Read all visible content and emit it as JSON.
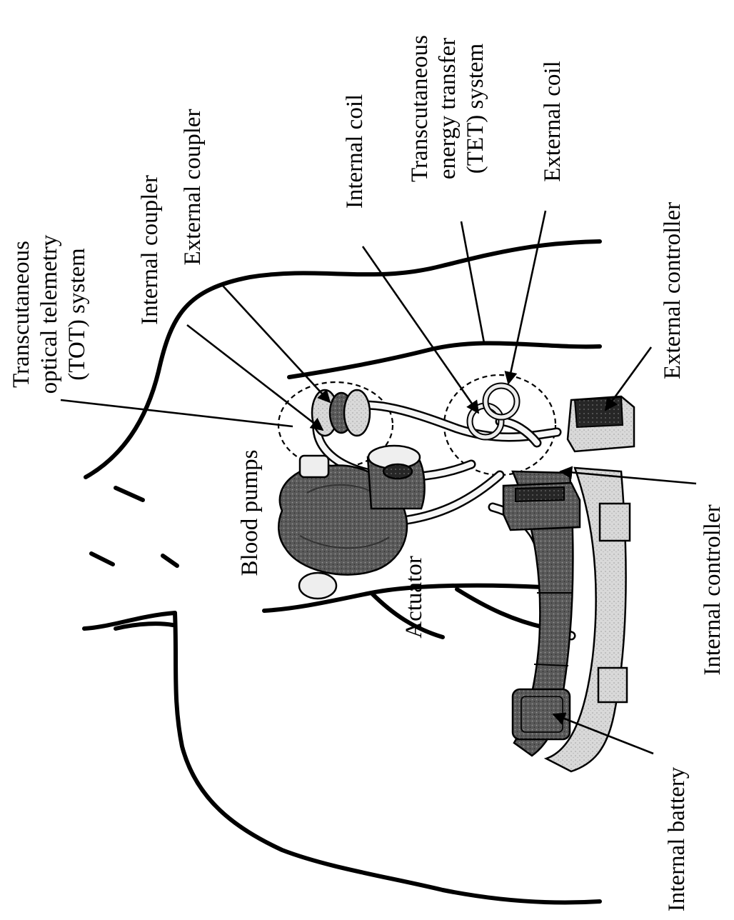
{
  "labels": {
    "tot_system": [
      "Transcutaneous",
      "optical telemetry",
      "(TOT) system"
    ],
    "internal_coupler": "Internal coupler",
    "external_coupler": "External coupler",
    "internal_coil": "Internal coil",
    "tet_system": [
      "Transcutaneous",
      "energy transfer",
      "(TET) system"
    ],
    "external_coil": "External coil",
    "external_controller": "External controller",
    "internal_controller": "Internal controller",
    "blood_pumps": "Blood pumps",
    "actuator": "Actuator",
    "internal_battery": "Internal battery"
  },
  "colors": {
    "ink": "#000000",
    "dark_stipple": "#555555",
    "light_stipple": "#d4d4d4",
    "background": "#ffffff"
  }
}
